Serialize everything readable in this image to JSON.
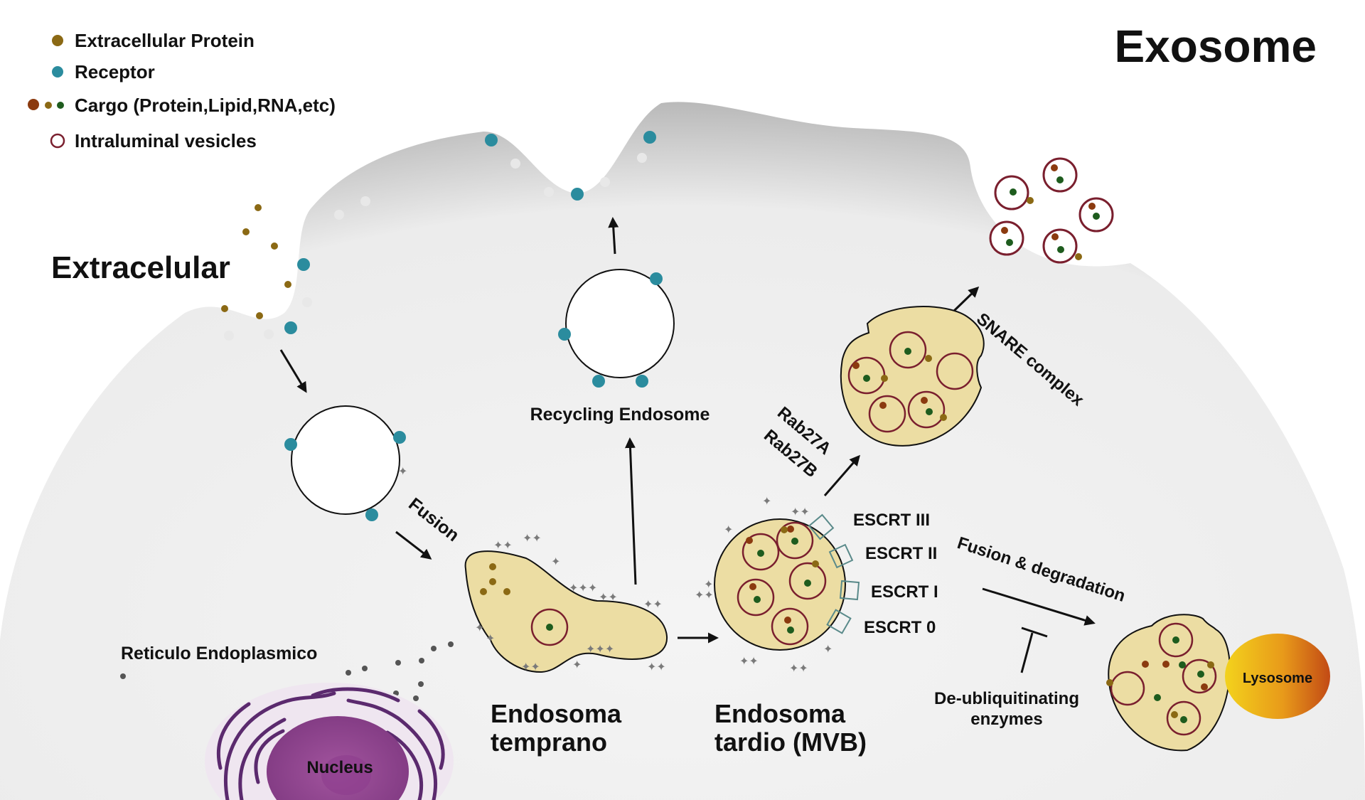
{
  "title": "Exosome",
  "region_label": "Extracelular",
  "legend": [
    {
      "label": "Extracellular Protein",
      "symbol": "extracellular-protein-dot"
    },
    {
      "label": "Receptor",
      "symbol": "receptor-dot"
    },
    {
      "label": "Cargo (Protein,Lipid,RNA,etc)",
      "symbol": "cargo-dots"
    },
    {
      "label": "Intraluminal vesicles",
      "symbol": "ilv-ring"
    }
  ],
  "labels": {
    "fusion": "Fusion",
    "recycling_endosome": "Recycling Endosome",
    "early_endosome_line1": "Endosoma",
    "early_endosome_line2": "temprano",
    "late_endosome_line1": "Endosoma",
    "late_endosome_line2": "tardio (MVB)",
    "rab27a": "Rab27A",
    "rab27b": "Rab27B",
    "snare": "SNARE complex",
    "escrt3": "ESCRT III",
    "escrt2": "ESCRT II",
    "escrt1": "ESCRT I",
    "escrt0": "ESCRT 0",
    "fusion_degradation": "Fusion & degradation",
    "deub_line1": "De-ubliquitinating",
    "deub_line2": "enzymes",
    "lysosome": "Lysosome",
    "er": "Reticulo Endoplasmico",
    "nucleus": "Nucleus"
  },
  "colors": {
    "extracellular_protein": "#8B6914",
    "receptor": "#2B8C9E",
    "cargo_brown": "#8B3A0F",
    "cargo_green": "#1E5C1E",
    "ilv_ring": "#7A1F2E",
    "vesicle_fill": "#ECDDA3",
    "cell_fill": "#F2F2F2",
    "nucleus": "#8E3E8E",
    "er": "#5B2A6E"
  }
}
